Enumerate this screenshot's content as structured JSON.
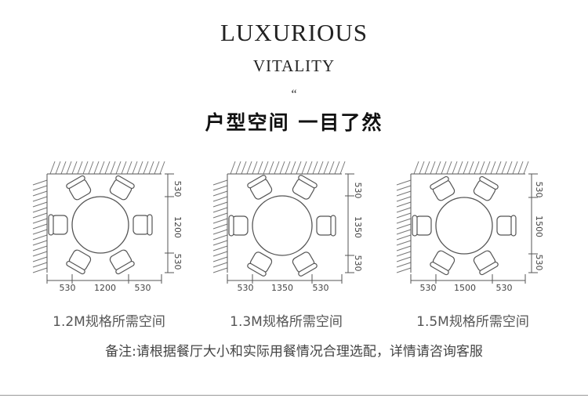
{
  "header": {
    "title": "LUXURIOUS",
    "subtitle": "VITALITY",
    "quote": "“",
    "heading": "户型空间 一目了然"
  },
  "layouts": [
    {
      "label": "1.2M规格所需空间",
      "side": "530",
      "table": "1200",
      "right_side": "530",
      "right_table": "1200"
    },
    {
      "label": "1.3M规格所需空间",
      "side": "530",
      "table": "1350",
      "right_side": "530",
      "right_table": "1350"
    },
    {
      "label": "1.5M规格所需空间",
      "side": "530",
      "table": "1500",
      "right_side": "530",
      "right_table": "1500"
    }
  ],
  "footer": {
    "note": "备注:请根据餐厅大小和实际用餐情况合理选配，详情请咨询客服"
  },
  "colors": {
    "line": "#555555",
    "hatch": "#777777",
    "text": "#333333"
  }
}
